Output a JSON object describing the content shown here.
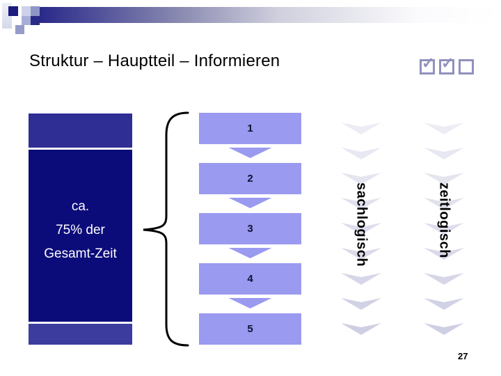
{
  "slide": {
    "title": "Struktur – Hauptteil – Informieren",
    "page_number": "27"
  },
  "header": {
    "checkboxes": [
      {
        "state": "checked",
        "glyph": "✓"
      },
      {
        "state": "checked",
        "glyph": "✓"
      },
      {
        "state": "unchecked",
        "glyph": ""
      }
    ]
  },
  "left_block": {
    "lines": [
      "ca.",
      "75% der",
      "Gesamt-Zeit"
    ]
  },
  "flow": {
    "steps": [
      {
        "label": "1"
      },
      {
        "label": "2"
      },
      {
        "label": "3"
      },
      {
        "label": "4"
      },
      {
        "label": "5"
      }
    ]
  },
  "columns": [
    {
      "label": "sachlogisch"
    },
    {
      "label": "zeitlogisch"
    }
  ],
  "decor": {
    "chevron_count": 9
  },
  "colors": {
    "navy_bar": "#28288a",
    "navy_dark": "#0b0b7a",
    "navy_mid": "#2e2e94",
    "navy_band": "#3c3c9e",
    "box_fill": "#9a9af0",
    "chevron_base": "#cfcfe4",
    "checkbox": "#9191bd"
  }
}
